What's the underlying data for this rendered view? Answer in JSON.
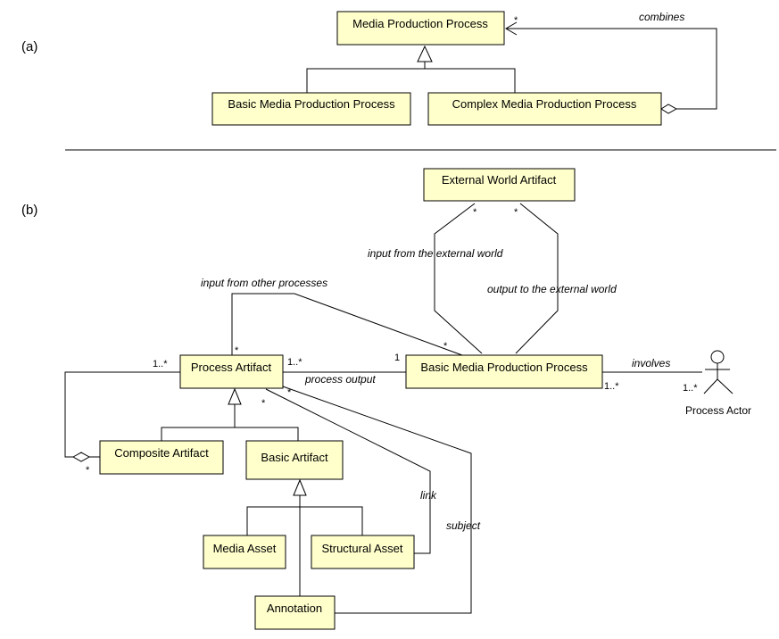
{
  "panels": {
    "a": "(a)",
    "b": "(b)"
  },
  "classes": {
    "media_production_process": "Media Production Process",
    "basic_media_production_process_a": "Basic Media Production Process",
    "complex_media_production_process": "Complex Media Production Process",
    "external_world_artifact": "External World Artifact",
    "process_artifact": "Process Artifact",
    "basic_media_production_process_b": "Basic Media Production Process",
    "composite_artifact": "Composite Artifact",
    "basic_artifact": "Basic Artifact",
    "media_asset": "Media Asset",
    "structural_asset": "Structural Asset",
    "annotation": "Annotation"
  },
  "actor": {
    "name": "Process Actor"
  },
  "associations": {
    "combines": "combines",
    "input_external": "input from the external world",
    "output_external": "output to the external world",
    "input_other": "input from other processes",
    "process_output": "process output",
    "involves": "involves",
    "link": "link",
    "subject": "subject"
  },
  "multiplicities": {
    "star": "*",
    "one": "1",
    "one_many": "1..*"
  }
}
